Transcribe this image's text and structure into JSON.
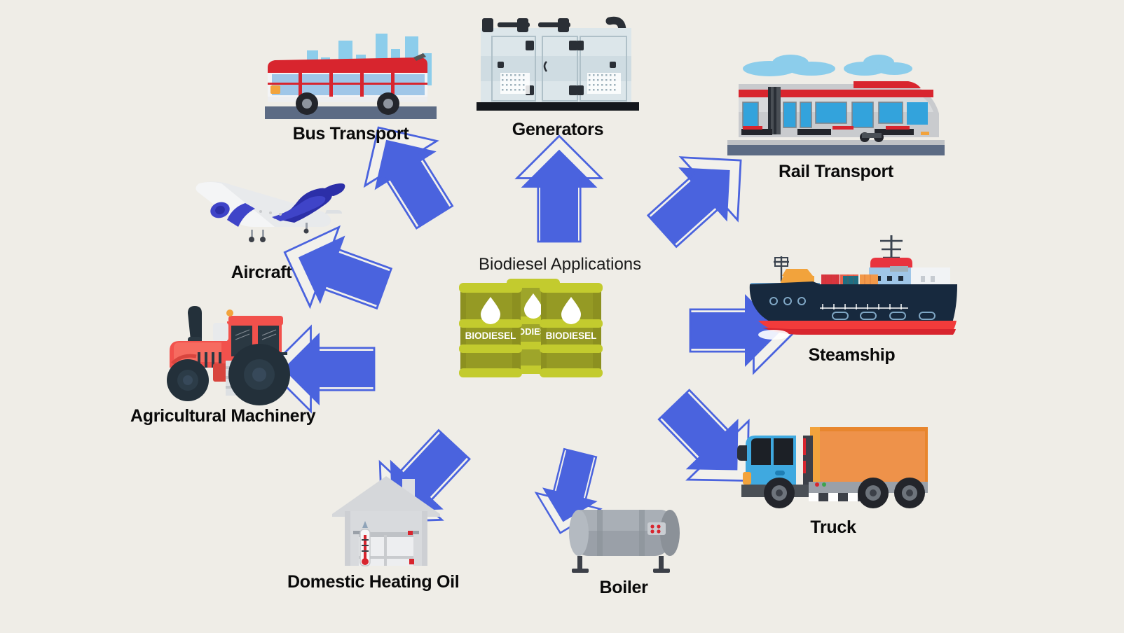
{
  "diagram": {
    "title": "Biodiesel Applications",
    "background_color": "#EFEDE7",
    "arrow_color": "#4A63DE",
    "arrow_gap_color": "#F2F1EC",
    "label_color": "#0A0A0A",
    "nodes": [
      {
        "id": "bus",
        "label": "Bus Transport",
        "icon": "city-bus-icon"
      },
      {
        "id": "generators",
        "label": "Generators",
        "icon": "diesel-generator-icon"
      },
      {
        "id": "rail",
        "label": "Rail Transport",
        "icon": "passenger-train-icon"
      },
      {
        "id": "steamship",
        "label": "Steamship",
        "icon": "container-ship-icon"
      },
      {
        "id": "truck",
        "label": "Truck",
        "icon": "cargo-truck-icon"
      },
      {
        "id": "boiler",
        "label": "Boiler",
        "icon": "boiler-tank-icon"
      },
      {
        "id": "heating",
        "label": "Domestic Heating Oil",
        "icon": "house-radiator-icon"
      },
      {
        "id": "tractor",
        "label": "Agricultural Machinery",
        "icon": "farm-tractor-icon"
      },
      {
        "id": "aircraft",
        "label": "Aircraft",
        "icon": "airplane-icon"
      }
    ],
    "center": {
      "barrel_label": "BIODIESEL",
      "barrel_count": 3,
      "barrel_color": "#8C9020",
      "barrel_rim_color": "#C3CB2E",
      "drop_icon": "oil-drop-icon"
    },
    "arrows": [
      {
        "id": "arrow-to-generators",
        "target": "generators",
        "direction": "up"
      },
      {
        "id": "arrow-to-bus",
        "target": "bus",
        "direction": "up-left"
      },
      {
        "id": "arrow-to-aircraft",
        "target": "aircraft",
        "direction": "left-up"
      },
      {
        "id": "arrow-to-tractor",
        "target": "tractor",
        "direction": "left"
      },
      {
        "id": "arrow-to-heating",
        "target": "heating",
        "direction": "down-left"
      },
      {
        "id": "arrow-to-boiler",
        "target": "boiler",
        "direction": "down"
      },
      {
        "id": "arrow-to-truck",
        "target": "truck",
        "direction": "down-right"
      },
      {
        "id": "arrow-to-steamship",
        "target": "steamship",
        "direction": "right"
      },
      {
        "id": "arrow-to-rail",
        "target": "rail",
        "direction": "up-right"
      }
    ]
  }
}
